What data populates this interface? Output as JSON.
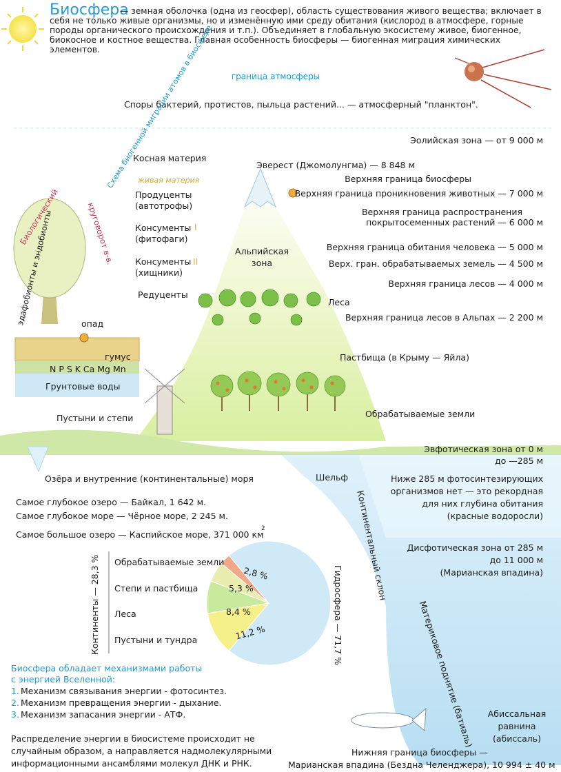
{
  "header": {
    "title": "Биосфера",
    "intro": "— земная оболочка (одна из геосфер), область существования живого вещества; включает в себя не только живые организмы, но и изменённую ими среду обитания (кислород в атмосфере, горные породы органического происхождения и т.п.). Объединяет в глобальную экосистему живое, биогенное, биокосное и костное вещества. Главная особенность биосферы — биогенная миграция химических элементов."
  },
  "atmosphere": {
    "border_label": "граница атмосферы",
    "plankton_label": "Споры бактерий, протистов, пыльца растений... — атмосферный \"планктон\"."
  },
  "altitude_labels": {
    "eolian": "Эолийская зона — от 9 000 м",
    "everest": "Эверест (Джомолунгма) — 8 848 м",
    "upper_biosphere": "Верхняя граница биосферы",
    "animals": "Верхняя граница проникновения животных — 7 000 м",
    "angiosperms_1": "Верхняя граница распространения",
    "angiosperms_2": "покрытосеменных растений — 6 000 м",
    "human": "Верхняя граница обитания человека — 5 000 м",
    "cultivated": "Верх. гран. обрабатываемых земель — 4 500 м",
    "forests": "Верхняя граница лесов — 4 000 м",
    "alps_forests": "Верхняя граница лесов в Альпах — 2 200 м"
  },
  "mountain_zones": {
    "alpine_1": "Альпийская",
    "alpine_2": "зона",
    "forest": "Леса",
    "pastures": "Пастбища (в Крыму — Яйла)",
    "cultivated": "Обрабатываемые земли"
  },
  "migration_scheme": {
    "arc_label": "Схема биогенной миграции атомов в биосфере",
    "inert": "Косная материя",
    "living": "живая материя",
    "producers_1": "Продуценты",
    "producers_2": "(автотрофы)",
    "consumers1_1": "Консументы",
    "consumers1_2": "(фитофаги)",
    "consumers1_tag": "I",
    "consumers2_1": "Консументы",
    "consumers2_2": "(хищники)",
    "consumers2_tag": "II",
    "decomposers": "Редуценты"
  },
  "soil_cycle": {
    "bio_cycle": "Биологический",
    "bio_cycle_2": "круговорот в-в.",
    "symbionts": "эдафобионты и эндобионты",
    "litter": "опад",
    "humus": "гумус",
    "elements": "N P S K Ca Mg Mn",
    "groundwater": "Грунтовые воды"
  },
  "land_labels": {
    "deserts": "Пустыни и степи",
    "inland_seas": "Озёра и внутренние (континентальные) моря"
  },
  "records": {
    "lake": "Самое глубокое озеро — Байкал, 1 642 м.",
    "sea": "Самое глубокое море — Чёрное море, 2 245 м.",
    "biggest_lake": "Самое большое озеро — Каспийское море, 371 000 км",
    "sup": "2"
  },
  "ocean_labels": {
    "shelf": "Шельф",
    "slope": "Континентальный склон",
    "rise": "Материковое поднятие (батиаль)",
    "euphotic_1": "Эвфотическая зона от 0 м",
    "euphotic_2": "до —285 м",
    "note_1": "Ниже 285 м фотосинтезирующих",
    "note_2": "организмов нет — это рекордная",
    "note_3": "для них глубина обитания",
    "note_4": "(красные водоросли)",
    "dysphotic_1": "Дисфотическая зона от 285 м",
    "dysphotic_2": "до 11 000 м",
    "dysphotic_3": "(Марианская впадина)",
    "abyssal_1": "Абиссальная",
    "abyssal_2": "равнина",
    "abyssal_3": "(абиссаль)",
    "lower_1": "Нижняя граница биосферы —",
    "lower_2": "Марианская впадина (Бездна Челенджера), 10 994 ± 40  м"
  },
  "chart_data": {
    "type": "pie",
    "continents_label": "Континенты — 28,3 %",
    "hydrosphere_label": "Гидросфера — 71,7 %",
    "slices": [
      {
        "label": "Обрабатываемые земли",
        "value": 2.8,
        "text": "2,8 %",
        "color": "#f0a889"
      },
      {
        "label": "Степи и пастбища",
        "value": 5.3,
        "text": "5,3 %",
        "color": "#e9edb0"
      },
      {
        "label": "Леса",
        "value": 8.4,
        "text": "8,4 %",
        "color": "#c7ea9d"
      },
      {
        "label": "Пустыни и тундра",
        "value": 11.2,
        "text": "11,2 %",
        "color": "#f5f08a"
      },
      {
        "label": "Гидросфера",
        "value": 71.7,
        "text": "",
        "color": "#cfeaf6"
      }
    ]
  },
  "energy": {
    "heading_1": "Биосфера обладает механизмами работы",
    "heading_2": "с энергией Вселенной:",
    "items": [
      {
        "num": "1.",
        "text": "Механизм связывания энергии - фотосинтез."
      },
      {
        "num": "2.",
        "text": "Механизм превращения энергии - дыхание."
      },
      {
        "num": "3.",
        "text": "Механизм запасания энергии - АТФ."
      }
    ],
    "distribution_1": "Распределение энергии в биосистеме происходит не",
    "distribution_2": "случайным образом, а направляется надмолекулярными",
    "distribution_3": "информационными ансамблями молекул ДНК и РНК."
  }
}
